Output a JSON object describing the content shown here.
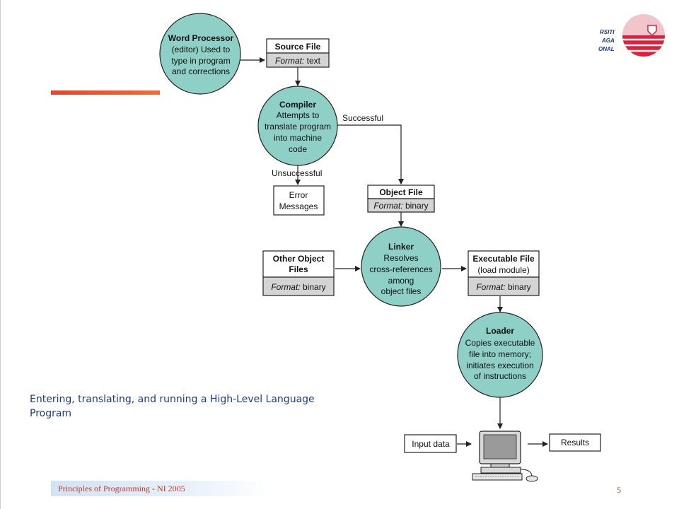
{
  "diagram": {
    "word_processor": {
      "title": "Word Processor",
      "lines": [
        "(editor) Used to",
        "type in program",
        "and corrections"
      ]
    },
    "source_file": {
      "title": "Source File",
      "format_label": "Format:",
      "format_value": "text"
    },
    "compiler": {
      "title": "Compiler",
      "lines": [
        "Attempts to",
        "translate program",
        "into machine",
        "code"
      ]
    },
    "successful_label": "Successful",
    "unsuccessful_label": "Unsuccessful",
    "error_messages": {
      "lines": [
        "Error",
        "Messages"
      ]
    },
    "object_file": {
      "title": "Object File",
      "format_label": "Format:",
      "format_value": "binary"
    },
    "other_object_files": {
      "title_lines": [
        "Other Object",
        "Files"
      ],
      "format_label": "Format:",
      "format_value": "binary"
    },
    "linker": {
      "title": "Linker",
      "lines": [
        "Resolves",
        "cross-references",
        "among",
        "object files"
      ]
    },
    "executable_file": {
      "title": "Executable File",
      "subtitle": "(load module)",
      "format_label": "Format:",
      "format_value": "binary"
    },
    "loader": {
      "title": "Loader",
      "lines": [
        "Copies executable",
        "file into memory;",
        "initiates execution",
        "of instructions"
      ]
    },
    "input_data": "Input data",
    "results": "Results"
  },
  "caption_lines": [
    "Entering, translating, and running a High-Level Language",
    "Program"
  ],
  "footer": {
    "course": "Principles of Programming - NI 2005",
    "page": "5"
  },
  "logo": {
    "text_lines": [
      "RSITI",
      "AGA",
      "ONAL"
    ]
  },
  "colors": {
    "node_fill": "#8ecfc6",
    "file_header": "#ffffff",
    "file_format": "#d4d4d4",
    "caption": "#1a3b8c",
    "accent": "#e8432f",
    "footer_text": "#c0392b"
  }
}
